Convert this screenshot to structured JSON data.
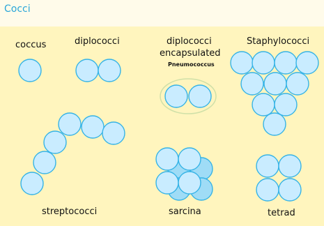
{
  "header": {
    "title": "Cocci"
  },
  "labels": {
    "coccus": "coccus",
    "diplococci": "diplococci",
    "encaps_line1": "diplococci",
    "encaps_line2": "encapsulated",
    "pneumococcus": "Pneumococcus",
    "staphylococci": "Staphylococci",
    "streptococci": "streptococci",
    "sarcina": "sarcina",
    "tetrad": "tetrad"
  },
  "colors": {
    "cell_fill": "#c9ecff",
    "cell_stroke": "#35b3e6",
    "capsule": "#cfe0a8",
    "title": "#2aa6d9"
  }
}
